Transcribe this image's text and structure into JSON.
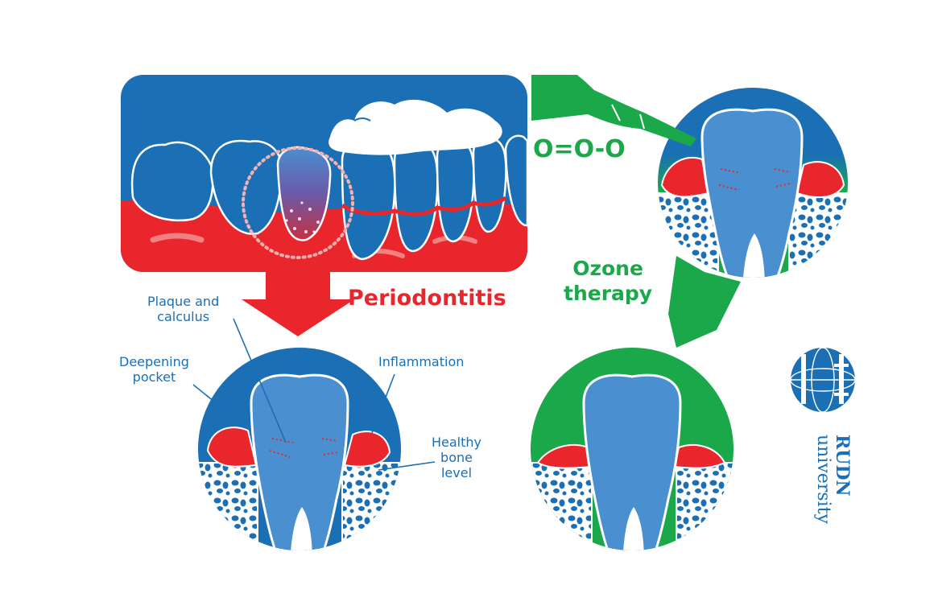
{
  "title": "Periodontitis",
  "therapy": "Ozone therapy",
  "therapy_lines": [
    "Ozone",
    "therapy"
  ],
  "molecule": "O=O-O",
  "labels": {
    "plaque": [
      "Plaque and",
      "calculus"
    ],
    "pocket": [
      "Deepening",
      "pocket"
    ],
    "inflammation": "Inflammation",
    "bone": [
      "Healthy",
      "bone",
      "level"
    ]
  },
  "logo": {
    "name": "RUDN",
    "sub": "university"
  },
  "colors": {
    "blue": "#1a6fb5",
    "light_blue": "#4a8fd0",
    "red": "#e8262b",
    "green": "#1ba84a",
    "white": "#ffffff"
  }
}
